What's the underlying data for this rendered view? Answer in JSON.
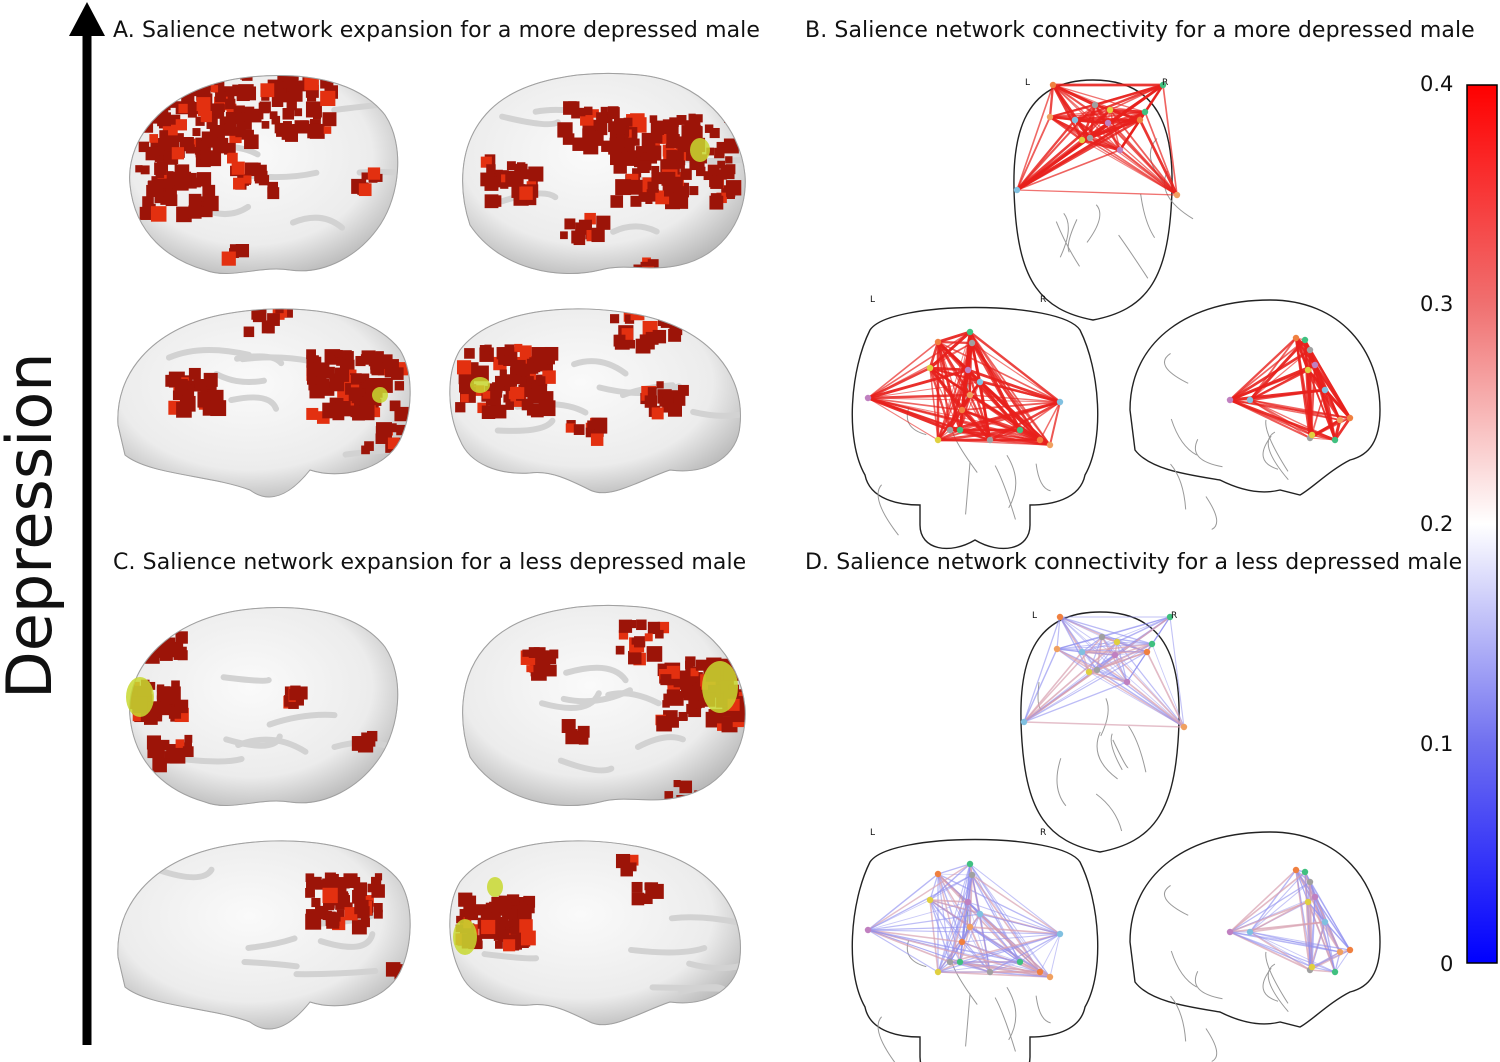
{
  "axis": {
    "label": "Depression"
  },
  "panels": {
    "a": {
      "title": "A. Salience network expansion for a more depressed male"
    },
    "b": {
      "title": "B. Salience network connectivity for a more depressed male"
    },
    "c": {
      "title": "C. Salience network expansion for a less depressed male"
    },
    "d": {
      "title": "D. Salience network connectivity for a less depressed male"
    }
  },
  "orientation_labels": {
    "left": "L",
    "right": "R"
  },
  "colorbar": {
    "ticks": [
      "0.4",
      "0.3",
      "0.2",
      "0.1",
      "0"
    ],
    "colors": {
      "high": "#ff0000",
      "mid": "#ffffff",
      "low": "#0000ff"
    }
  },
  "colors": {
    "activation": "#9c1408",
    "activation_bright": "#e33010",
    "hotspot": "#c8d830",
    "cortex": "#ececec",
    "strong_edge": "#e8201c",
    "weak_edge": "#8f8ff0"
  }
}
